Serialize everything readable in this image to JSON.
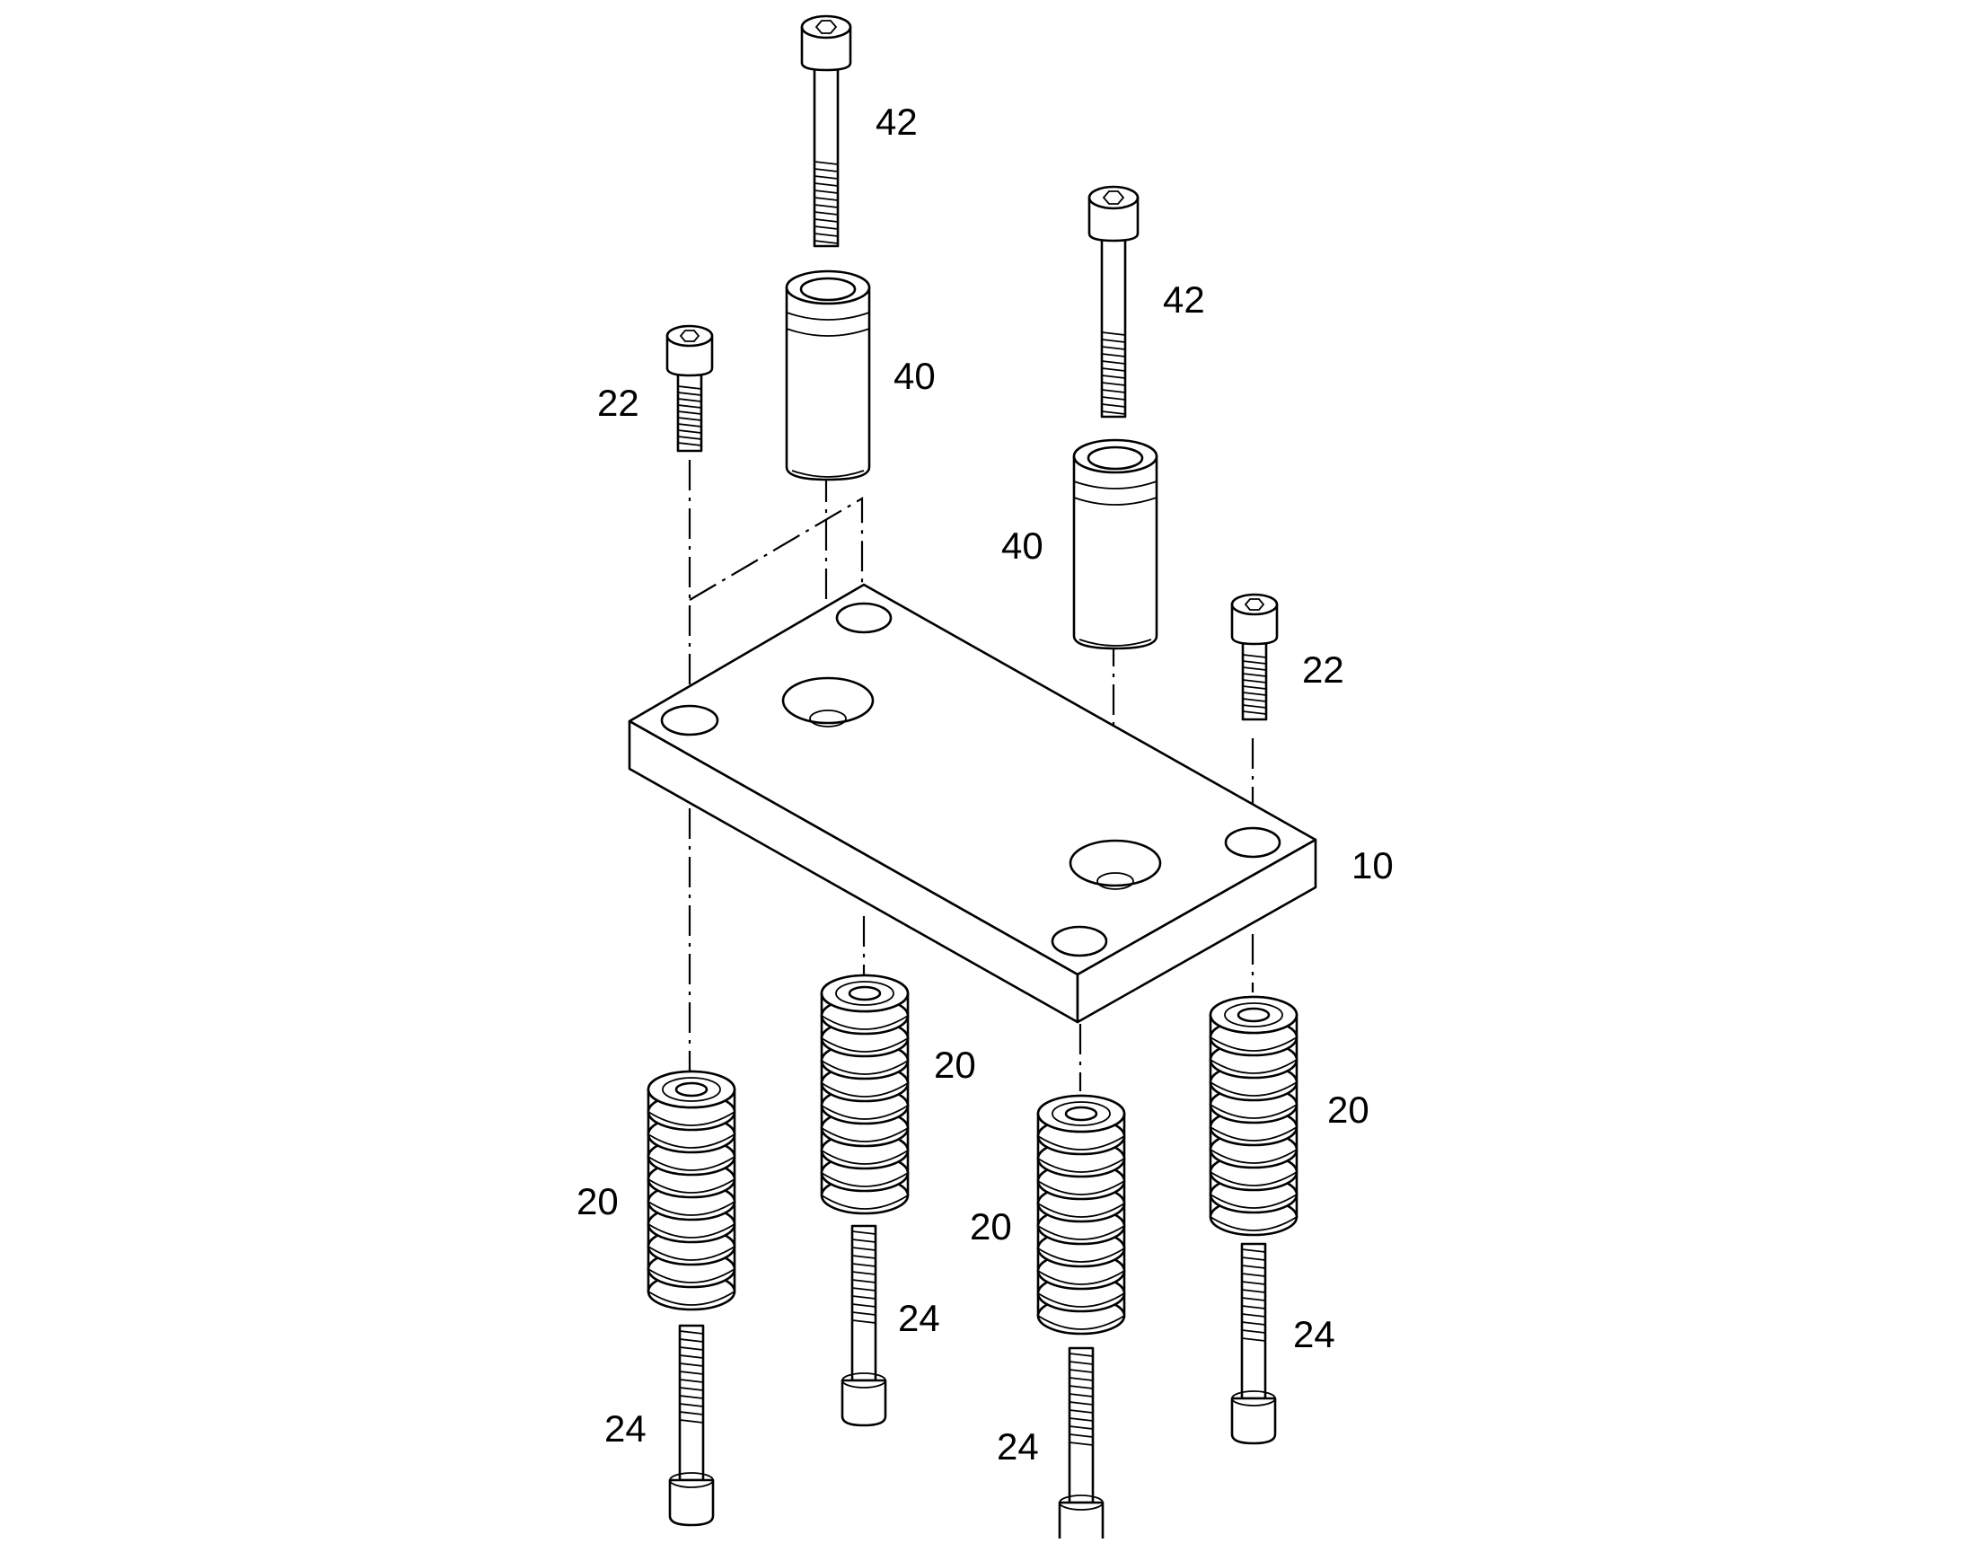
{
  "labels": {
    "plate": "10",
    "spring_a": "20",
    "spring_b": "20",
    "spring_c": "20",
    "spring_d": "20",
    "screw_22_left": "22",
    "screw_22_right": "22",
    "screw_24_a": "24",
    "screw_24_b": "24",
    "screw_24_c": "24",
    "screw_24_d": "24",
    "bushing_left": "40",
    "bushing_right": "40",
    "bolt_42_left": "42",
    "bolt_42_right": "42"
  }
}
